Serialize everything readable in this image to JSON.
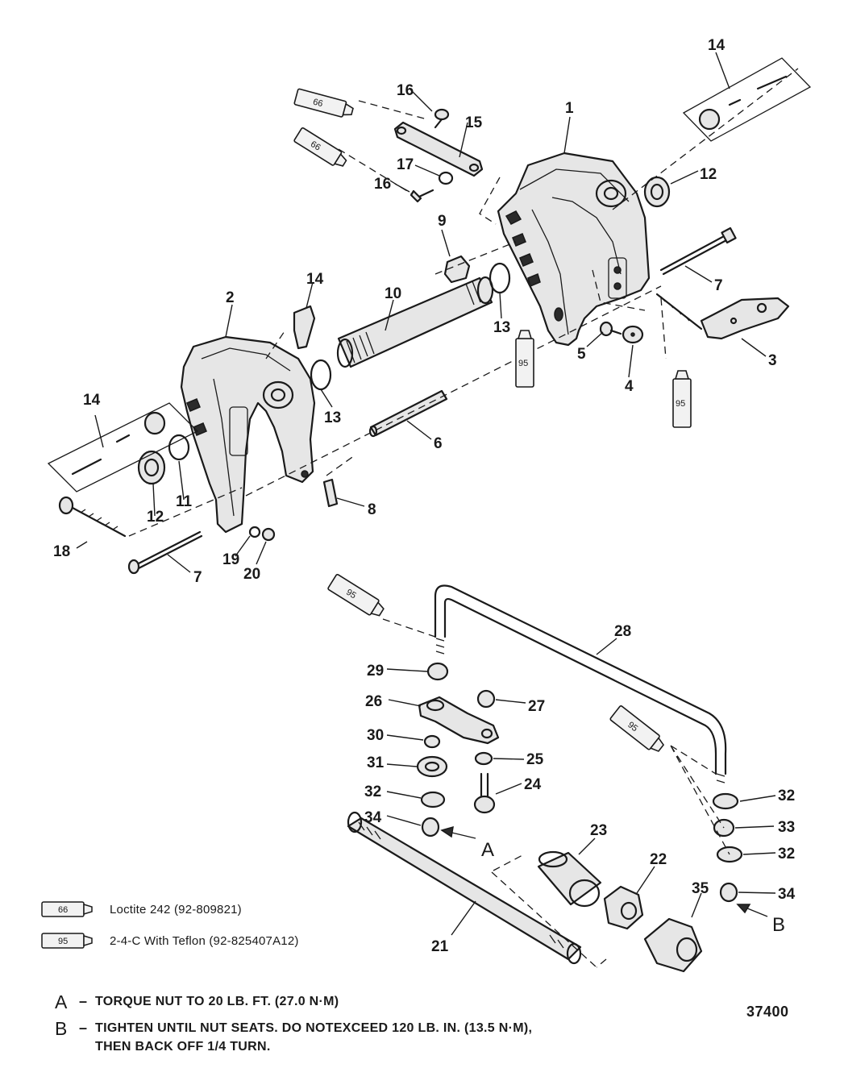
{
  "callouts": {
    "c1": "1",
    "c2": "2",
    "c3": "3",
    "c4": "4",
    "c5": "5",
    "c6": "6",
    "c7a": "7",
    "c7b": "7",
    "c8": "8",
    "c9": "9",
    "c10": "10",
    "c11": "11",
    "c12a": "12",
    "c12b": "12",
    "c13a": "13",
    "c13b": "13",
    "c14a": "14",
    "c14b": "14",
    "c14c": "14",
    "c15": "15",
    "c16a": "16",
    "c16b": "16",
    "c17": "17",
    "c18": "18",
    "c19": "19",
    "c20": "20",
    "c21": "21",
    "c22": "22",
    "c23": "23",
    "c24": "24",
    "c25": "25",
    "c26": "26",
    "c27": "27",
    "c28": "28",
    "c29": "29",
    "c30": "30",
    "c31": "31",
    "c32a": "32",
    "c32b": "32",
    "c32c": "32",
    "c33": "33",
    "c34a": "34",
    "c34b": "34",
    "c35": "35",
    "letterA": "A",
    "letterB": "B"
  },
  "tubes": {
    "t66a": "66",
    "t66b": "66",
    "t95a": "95",
    "t95b": "95",
    "t95c": "95",
    "t95d": "95"
  },
  "legend": [
    {
      "code": "66",
      "text": "Loctite 242  (92-809821)"
    },
    {
      "code": "95",
      "text": "2-4-C  With Teflon (92-825407A12)"
    }
  ],
  "notes": [
    {
      "letter": "A",
      "dash": "–",
      "text": "TORQUE NUT TO 20 LB. FT. (27.0 N·M)"
    },
    {
      "letter": "B",
      "dash": "–",
      "text": "TIGHTEN UNTIL NUT SEATS. DO NOTEXCEED 120 LB. IN. (13.5 N·M),",
      "continuation": "THEN BACK OFF 1/4 TURN."
    }
  ],
  "drawing_number": "37400"
}
